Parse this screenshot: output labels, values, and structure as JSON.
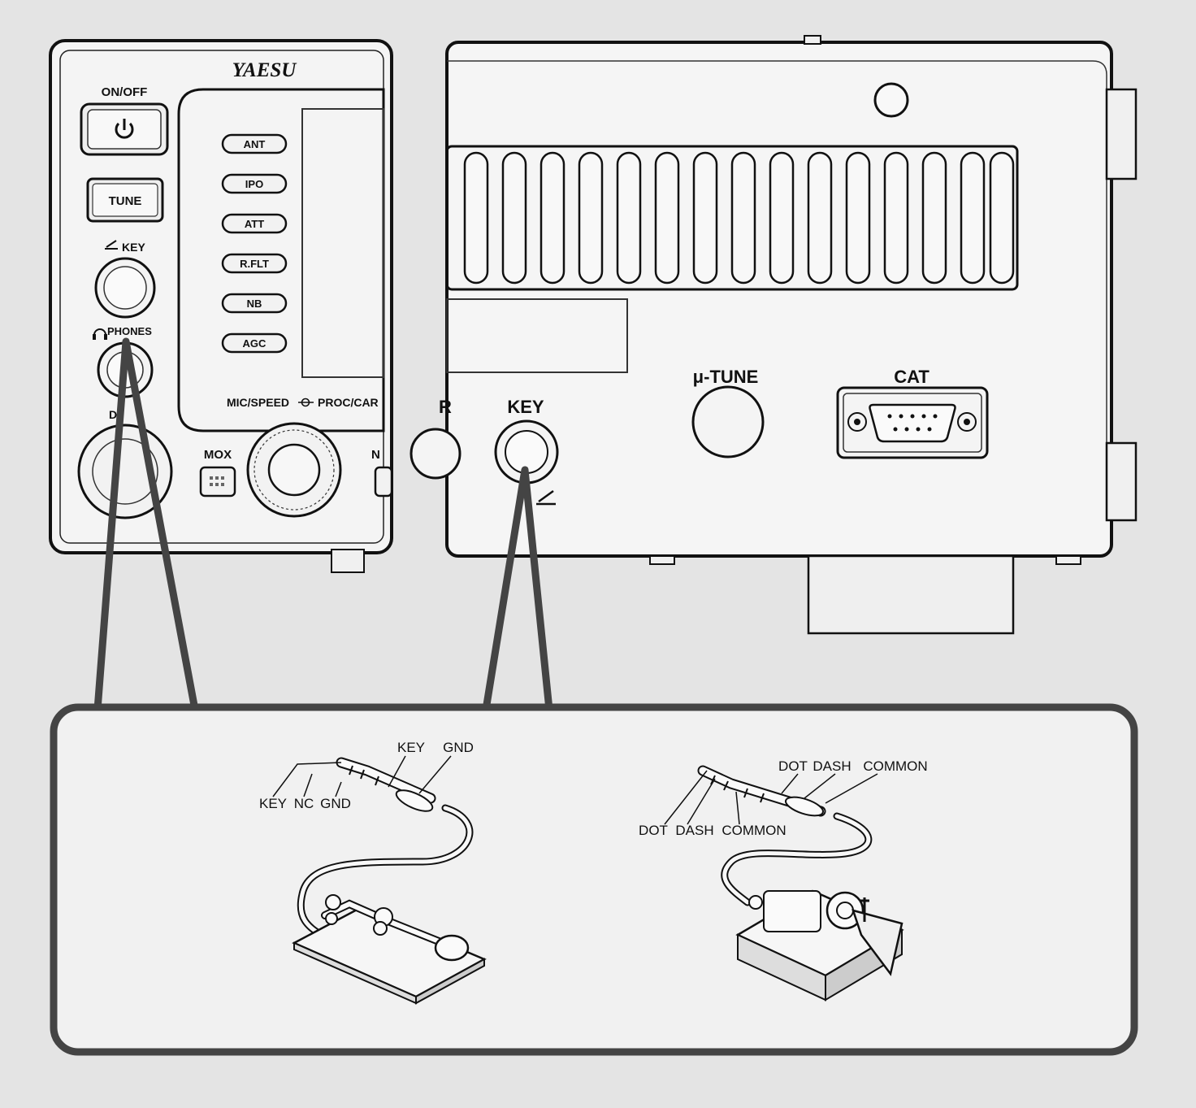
{
  "brand": "YAESU",
  "front_panel": {
    "power_label": "ON/OFF",
    "power_icon": "power-icon",
    "tune_label": "TUNE",
    "key_jack_label": "KEY",
    "key_icon": "key-paddle-icon",
    "phones_jack_label": "PHONES",
    "phones_icon": "headphones-icon",
    "side_buttons": [
      "ANT",
      "IPO",
      "ATT",
      "R.FLT",
      "NB",
      "AGC"
    ],
    "knob_label": "MIC/SPEED",
    "knob_label_2": "PROC/CAR",
    "mox_label": "MOX"
  },
  "rear_panel": {
    "key_jack_label": "KEY",
    "mu_tune_label": "μ-TUNE",
    "cat_label": "CAT"
  },
  "detail": {
    "straight_key": {
      "top_labels": [
        "KEY",
        "GND"
      ],
      "bottom_labels": [
        "KEY",
        "NC",
        "GND"
      ]
    },
    "paddle": {
      "top_labels": [
        "DOT",
        "DASH",
        "COMMON"
      ],
      "bottom_labels": [
        "DOT",
        "DASH",
        "COMMON"
      ]
    }
  }
}
